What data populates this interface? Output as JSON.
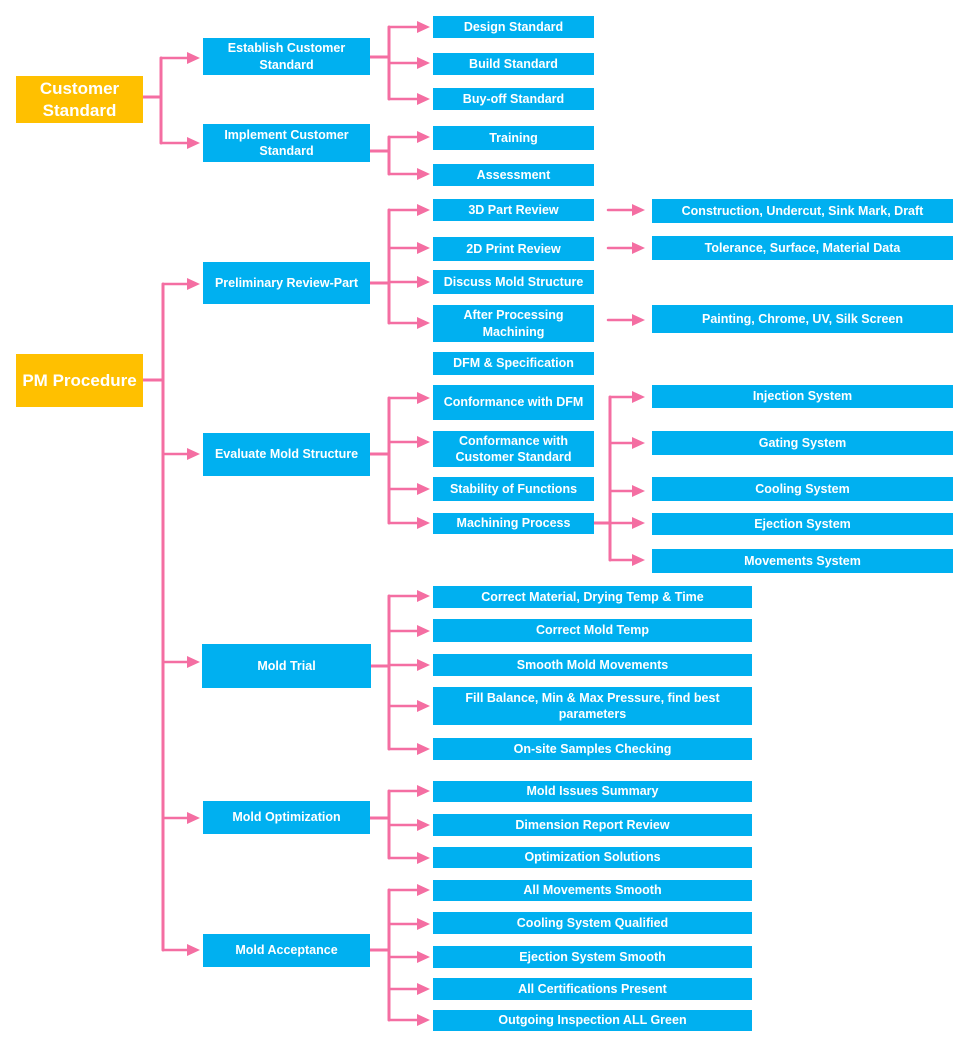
{
  "colors": {
    "root_box": "#ffc000",
    "node_box": "#00b0f0",
    "text": "#ffffff",
    "connector": "#f46ea2"
  },
  "roots": [
    {
      "label": "Customer Standard",
      "children": [
        {
          "label": "Establish Customer Standard",
          "children": [
            {
              "label": "Design Standard"
            },
            {
              "label": "Build Standard"
            },
            {
              "label": "Buy-off Standard"
            }
          ]
        },
        {
          "label": "Implement Customer Standard",
          "children": [
            {
              "label": "Training"
            },
            {
              "label": "Assessment"
            }
          ]
        }
      ]
    },
    {
      "label": "PM Procedure",
      "children": [
        {
          "label": "Preliminary Review-Part",
          "children": [
            {
              "label": "3D Part Review",
              "detail": "Construction, Undercut, Sink Mark, Draft"
            },
            {
              "label": "2D Print Review",
              "detail": "Tolerance, Surface, Material Data"
            },
            {
              "label": "Discuss Mold Structure"
            },
            {
              "label": "After Processing Machining",
              "detail": "Painting, Chrome, UV, Silk Screen"
            }
          ]
        },
        {
          "label": "DFM & Specification"
        },
        {
          "label": "Evaluate Mold Structure",
          "children": [
            {
              "label": "Conformance with DFM"
            },
            {
              "label": "Conformance with Customer Standard"
            },
            {
              "label": "Stability of Functions"
            },
            {
              "label": "Machining Process",
              "children": [
                {
                  "label": "Injection System"
                },
                {
                  "label": "Gating System"
                },
                {
                  "label": "Cooling System"
                },
                {
                  "label": "Ejection System"
                },
                {
                  "label": "Movements System"
                }
              ]
            }
          ]
        },
        {
          "label": "Mold Trial",
          "children": [
            {
              "label": "Correct Material, Drying Temp & Time"
            },
            {
              "label": "Correct Mold Temp"
            },
            {
              "label": "Smooth Mold Movements"
            },
            {
              "label": "Fill Balance, Min & Max Pressure, find best parameters"
            },
            {
              "label": "On-site Samples Checking"
            }
          ]
        },
        {
          "label": "Mold Optimization",
          "children": [
            {
              "label": "Mold Issues Summary"
            },
            {
              "label": "Dimension Report Review"
            },
            {
              "label": "Optimization Solutions"
            }
          ]
        },
        {
          "label": "Mold Acceptance",
          "children": [
            {
              "label": "All Movements Smooth"
            },
            {
              "label": "Cooling System Qualified"
            },
            {
              "label": "Ejection System Smooth"
            },
            {
              "label": "All Certifications Present"
            },
            {
              "label": "Outgoing Inspection ALL Green"
            }
          ]
        }
      ]
    }
  ]
}
